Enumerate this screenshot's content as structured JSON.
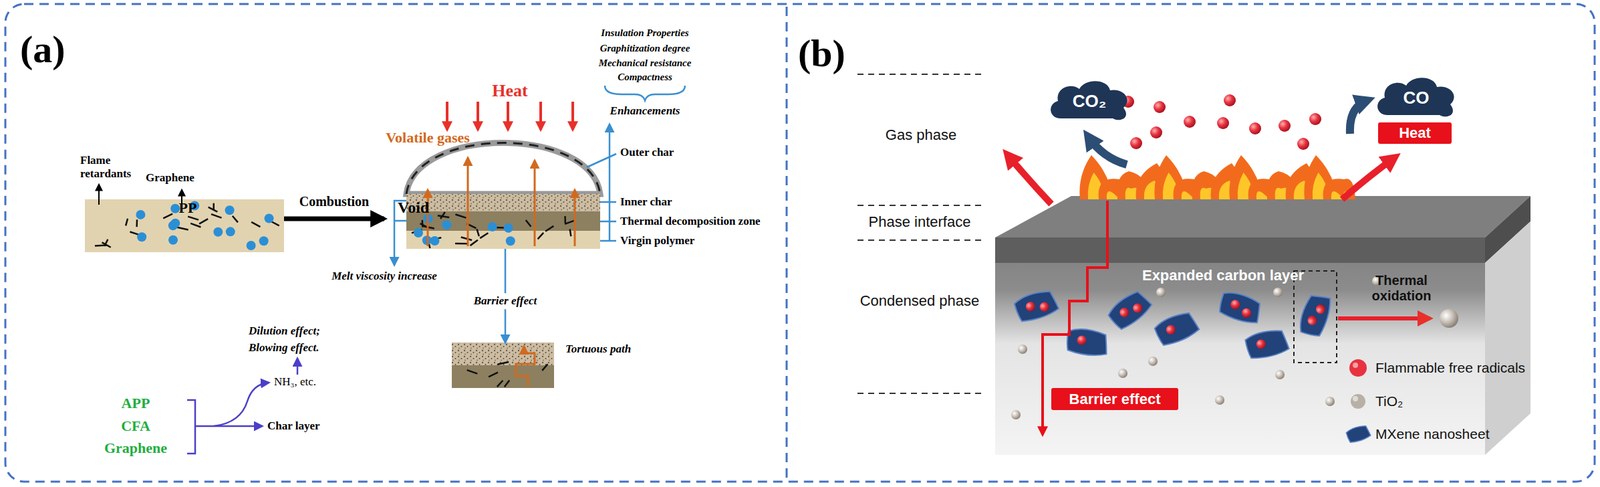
{
  "diagram": {
    "nodes": [
      {
        "text": [
          "PP"
        ]
      },
      {
        "text": [
          "Void"
        ]
      },
      {
        "text": [
          "Tortuous path"
        ]
      },
      {
        "text": [
          "CO₂"
        ]
      },
      {
        "text": [
          "CO"
        ]
      },
      {
        "text": [
          "Heat"
        ]
      },
      {
        "text": [
          "Barrier effect"
        ]
      }
    ],
    "edges": [
      {
        "from": 0,
        "to": 1,
        "label": "Combustion",
        "arrow": "to"
      },
      {
        "from": 1,
        "to": 2,
        "label": "Barrier effect",
        "arrow": "to"
      }
    ],
    "labels": [
      "(a)",
      "Flame retardants",
      "Graphene",
      "Heat",
      "Volatile gases",
      "Outer char",
      "Inner char",
      "Thermal decomposition zone",
      "Virgin polymer",
      "Insulation Properties",
      "Graphitization degree",
      "Mechanical resistance",
      "Compactness",
      "Enhancements",
      "Melt viscosity increase",
      "Dilution effect;",
      "Blowing effect.",
      "NH₃, etc.",
      "APP",
      "CFA",
      "Graphene",
      "Char layer",
      "(b)",
      "Gas phase",
      "Phase interface",
      "Condensed phase",
      "Expanded carbon layer",
      "Thermal oxidation"
    ],
    "legend": [
      {
        "text": "Flammable free radicals",
        "color": "#e8323f"
      },
      {
        "text": "TiO₂",
        "color": "#b8b0a6"
      },
      {
        "text": "MXene nanosheet"
      }
    ]
  }
}
